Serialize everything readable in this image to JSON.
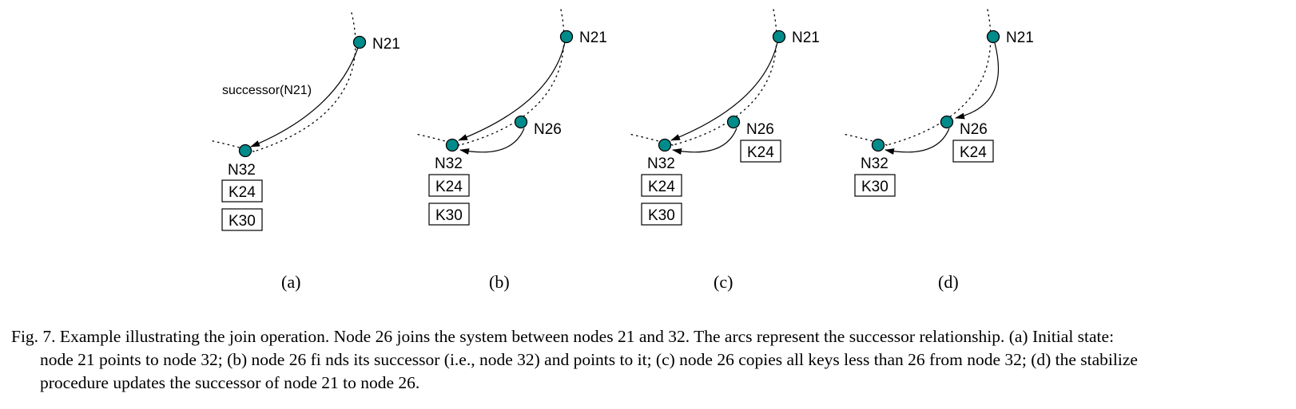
{
  "figure": {
    "panels": [
      {
        "id": "a",
        "label": "(a)",
        "nodes": {
          "top": "N21",
          "bottom": "N32"
        },
        "arc_label": "successor(N21)",
        "keys_at_bottom": [
          "K24",
          "K30"
        ]
      },
      {
        "id": "b",
        "label": "(b)",
        "nodes": {
          "top": "N21",
          "middle": "N26",
          "bottom": "N32"
        },
        "keys_at_bottom": [
          "K24",
          "K30"
        ]
      },
      {
        "id": "c",
        "label": "(c)",
        "nodes": {
          "top": "N21",
          "middle": "N26",
          "bottom": "N32"
        },
        "keys_at_middle": [
          "K24"
        ],
        "keys_at_bottom": [
          "K24",
          "K30"
        ]
      },
      {
        "id": "d",
        "label": "(d)",
        "nodes": {
          "top": "N21",
          "middle": "N26",
          "bottom": "N32"
        },
        "keys_at_middle": [
          "K24"
        ],
        "keys_at_bottom": [
          "K30"
        ]
      }
    ],
    "colors": {
      "node_fill": "#008b8b"
    }
  },
  "caption": {
    "line1": "Fig. 7.  Example illustrating the join operation. Node 26 joins the system between nodes 21 and 32. The arcs represent the successor relationship. (a) Initial state:",
    "line2": "node 21 points to node 32; (b) node 26 fi nds its successor (i.e., node 32) and points to it; (c) node 26 copies all keys less than 26 from node 32; (d) the stabilize",
    "line3": "procedure updates the successor of node 21 to node 26."
  }
}
